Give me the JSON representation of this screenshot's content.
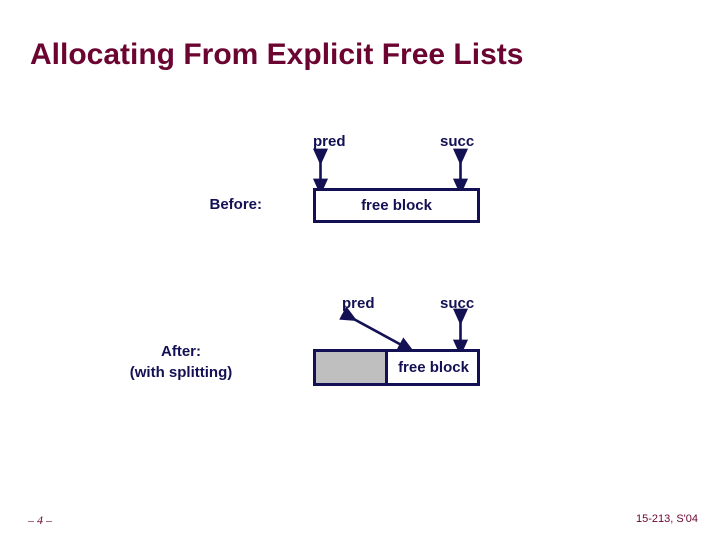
{
  "slide": {
    "title": "Allocating From Explicit Free Lists",
    "title_color": "#6B0431",
    "background_color": "#FFFFFF"
  },
  "diagram": {
    "ink_color": "#131154",
    "allocated_fill_color": "#BFBFBF",
    "free_fill_color": "#FFFFFF",
    "before": {
      "caption": "Before:",
      "pred_label": "pred",
      "succ_label": "succ",
      "block_label": "free block",
      "pred_arrow": "double-headed-vertical-arrow",
      "succ_arrow": "double-headed-vertical-arrow"
    },
    "after": {
      "caption_line1": "After:",
      "caption_line2": "(with splitting)",
      "pred_label": "pred",
      "succ_label": "succ",
      "block_label": "free block",
      "pred_arrow": "double-headed-diagonal-arrow",
      "succ_arrow": "double-headed-vertical-arrow"
    }
  },
  "footer": {
    "page_number": "– 4 –",
    "course_id": "15-213, S'04"
  }
}
